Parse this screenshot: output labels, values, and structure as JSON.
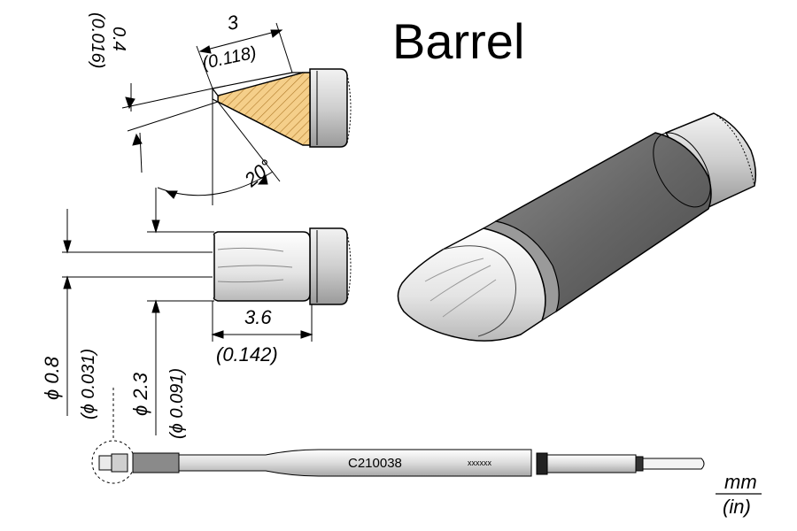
{
  "title": "Barrel",
  "part_number": "C210038",
  "marking": "xxxxxx",
  "units": {
    "primary": "mm",
    "secondary": "(in)"
  },
  "dimensions": {
    "tip_thickness": {
      "mm": "0.4",
      "in": "(0.016)"
    },
    "bevel_length": {
      "mm": "3",
      "in": "(0.118)"
    },
    "bevel_angle": "20°",
    "tip_width": {
      "mm": "ϕ 0.8",
      "in": "(ϕ 0.031)"
    },
    "tip_diameter": {
      "mm": "ϕ 2.3",
      "in": "(ϕ 0.091)"
    },
    "tip_length": {
      "mm": "3.6",
      "in": "(0.142)"
    }
  },
  "colors": {
    "hatch_fill": "#f5cf8a",
    "hatch_line": "#b07a2a",
    "barrel_dark": "#6e6e6e",
    "tip_light": "#e6e6e6",
    "outline": "#000000"
  }
}
